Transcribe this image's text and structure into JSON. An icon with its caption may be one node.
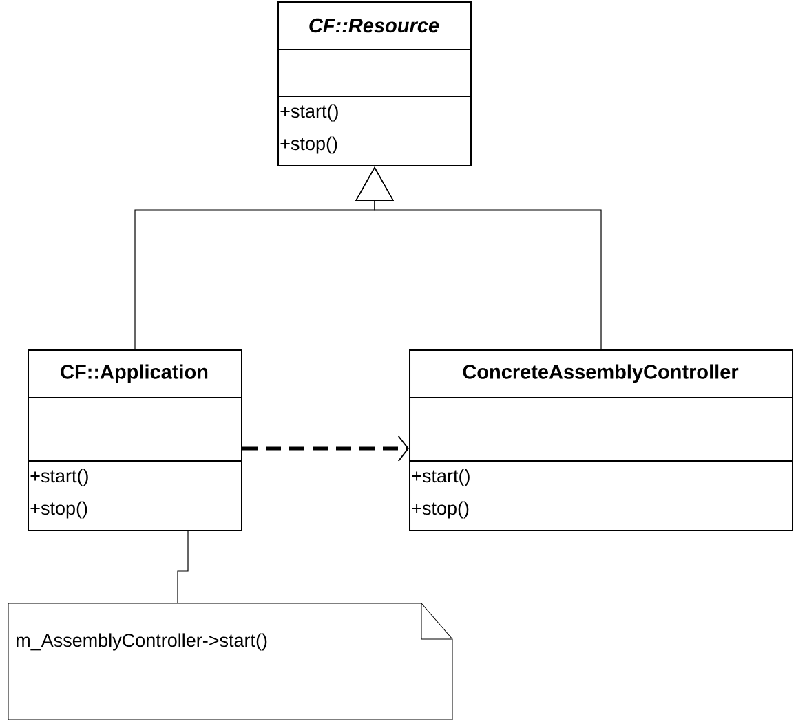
{
  "diagram": {
    "nodes": [
      {
        "text": [
          "CF::Resource",
          "+start()",
          "+stop()"
        ]
      },
      {
        "text": [
          "CF::Application",
          "+start()",
          "+stop()"
        ]
      },
      {
        "text": [
          "ConcreteAssemblyController",
          "+start()",
          "+stop()"
        ]
      },
      {
        "text": [
          "m_AssemblyController->start()"
        ]
      }
    ],
    "edges": [
      {
        "from": 1,
        "to": 0,
        "arrow": "to"
      },
      {
        "from": 2,
        "to": 0,
        "arrow": "to"
      },
      {
        "from": 1,
        "to": 2,
        "arrow": "to",
        "style": "dashed"
      },
      {
        "from": 3,
        "to": 1,
        "arrow": "none"
      }
    ]
  }
}
